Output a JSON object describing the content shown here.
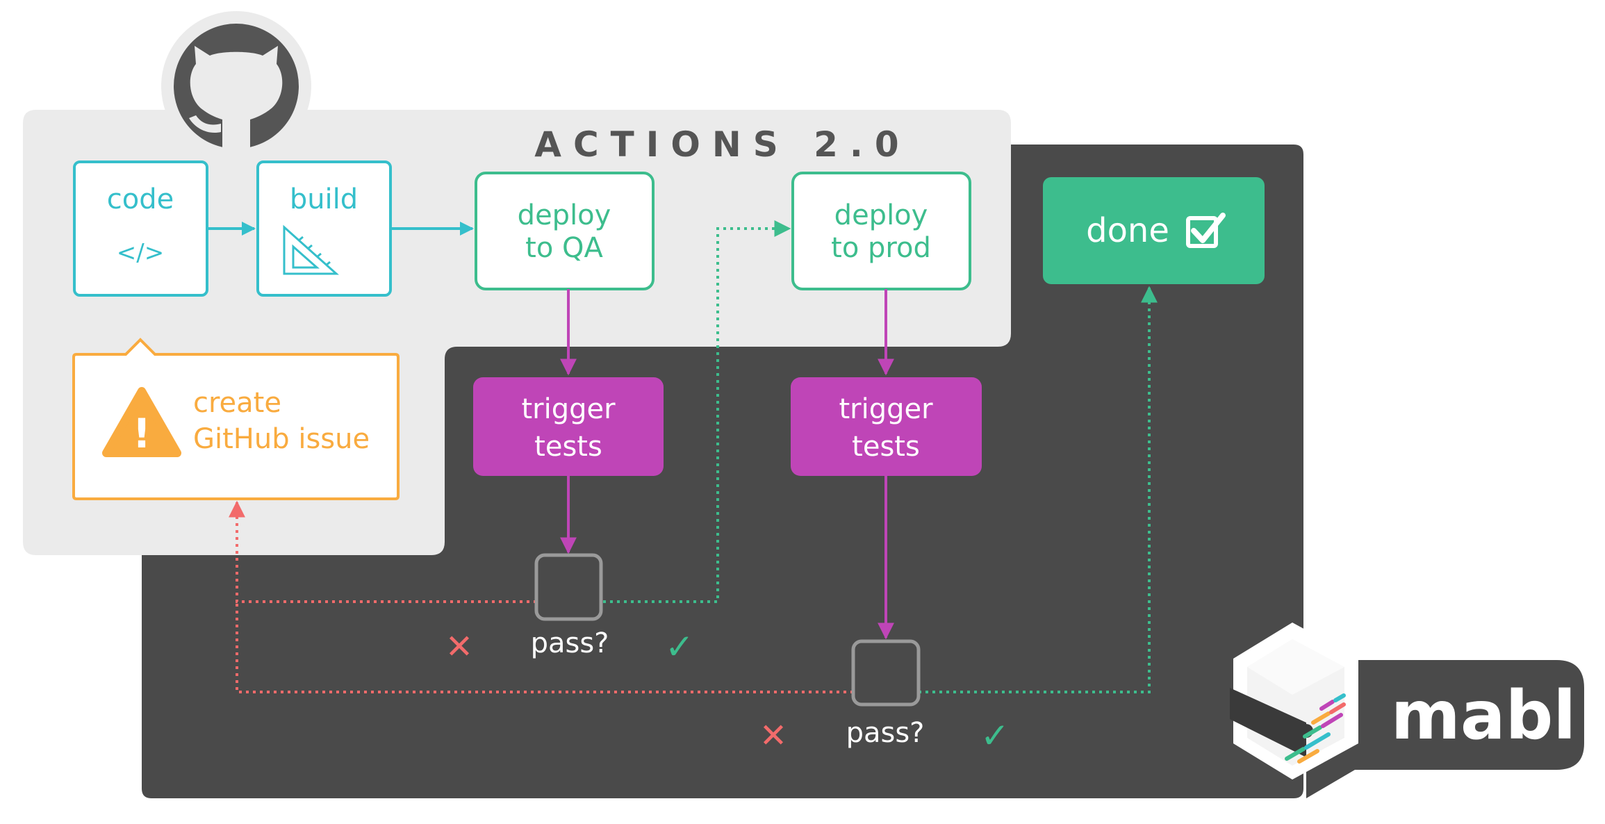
{
  "panel_title": "ACTIONS 2.0",
  "steps": {
    "code": {
      "label": "code",
      "icon_text": "</>"
    },
    "build": {
      "label": "build",
      "icon": "set-square-icon"
    },
    "deploy_qa": {
      "line1": "deploy",
      "line2": "to QA"
    },
    "deploy_prod": {
      "line1": "deploy",
      "line2": "to prod"
    },
    "trigger_qa": {
      "line1": "trigger",
      "line2": "tests"
    },
    "trigger_prod": {
      "line1": "trigger",
      "line2": "tests"
    },
    "done": {
      "label": "done",
      "icon": "checkbox-checked-icon"
    },
    "issue": {
      "line1": "create",
      "line2": "GitHub issue",
      "icon": "warning-icon",
      "icon_text": "!"
    }
  },
  "decisions": {
    "qa": {
      "label": "pass?",
      "fail_mark": "✕",
      "pass_mark": "✓"
    },
    "prod": {
      "label": "pass?",
      "fail_mark": "✕",
      "pass_mark": "✓"
    }
  },
  "logos": {
    "github": "github-octocat-logo",
    "mabl": "mabl"
  },
  "colors": {
    "teal": "#35BFCB",
    "green": "#3DBD8D",
    "magenta": "#BF45B7",
    "orange": "#F9AB3F",
    "red": "#F26B6B",
    "dark_panel": "#4A4A4A",
    "light_panel": "#EBEBEB"
  }
}
